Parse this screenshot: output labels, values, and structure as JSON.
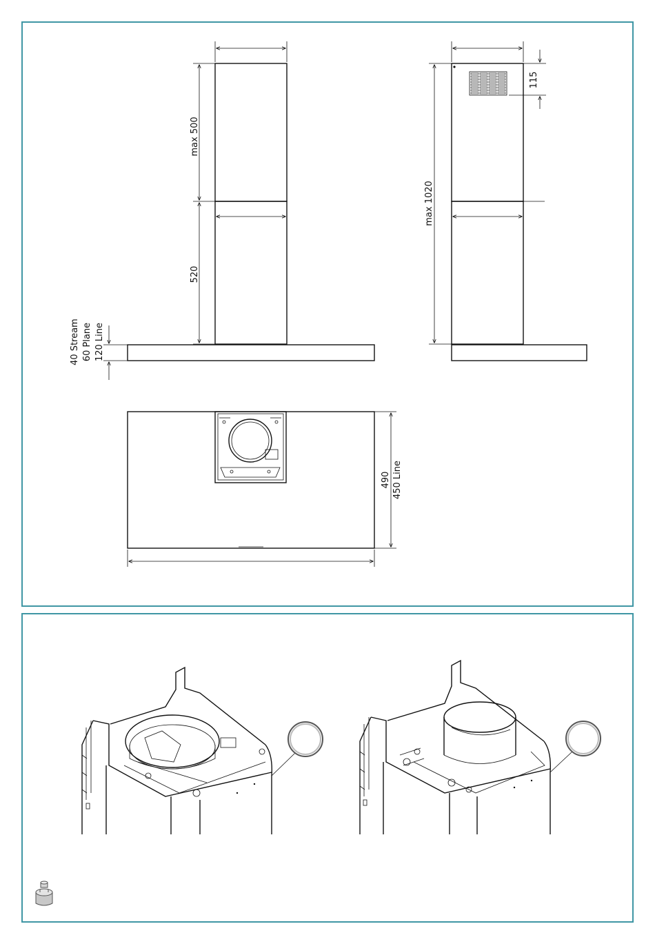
{
  "front_view": {
    "upper_chimney_label": "max 500",
    "lower_chimney_label": "520",
    "canopy_thickness_labels": [
      "40 Stream",
      "60 Plane",
      "120 Line"
    ]
  },
  "side_view": {
    "vent_grille_label": "115",
    "total_chimney_label": "max 1020"
  },
  "top_view": {
    "depth_labels": [
      "490",
      "450 Line"
    ]
  },
  "installation": {
    "weight_icon": "weight-icon",
    "detail_callout_left": "",
    "detail_callout_right": ""
  },
  "colors": {
    "frame": "#3f96a4",
    "line": "#111111"
  }
}
